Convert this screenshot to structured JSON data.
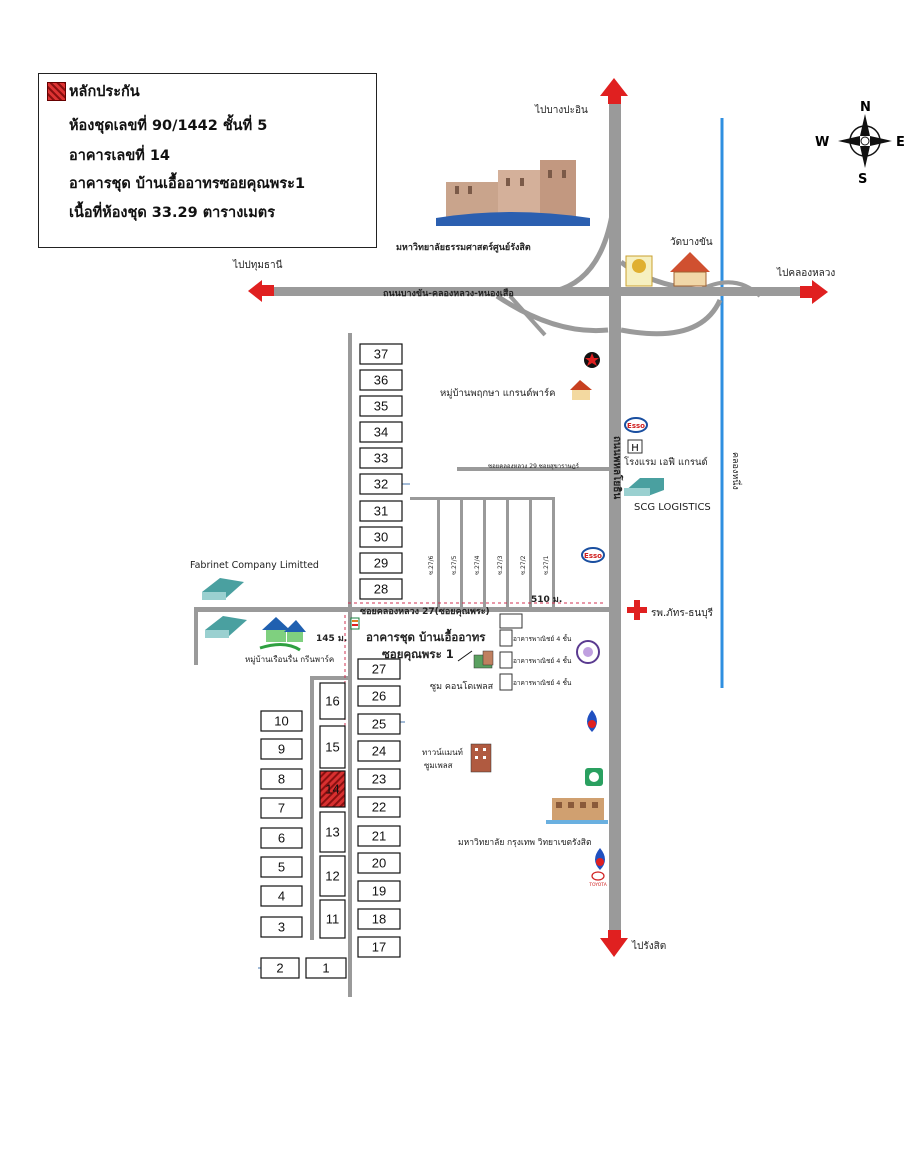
{
  "legend": {
    "title": "หลักประกัน",
    "line1": "ห้องชุดเลขที่ 90/1442 ชั้นที่ 5",
    "line2": "อาคารเลขที่ 14",
    "line3": "อาคารชุด บ้านเอื้ออาทรซอยคุณพระ1",
    "line4": "เนื้อที่ห้องชุด 33.29 ตารางเมตร",
    "swatch_color": "#d33333"
  },
  "compass": {
    "n": "N",
    "s": "S",
    "e": "E",
    "w": "W"
  },
  "directions": {
    "north": "ไปบางปะอิน",
    "south": "ไปรังสิต",
    "west": "ไปปทุมธานี",
    "east": "ไปคลองหลวง"
  },
  "roads": {
    "main_horizontal": "ถนนบางขัน-คลองหลวง-หนองเสือ",
    "highway": "ถนนพหลโยธิน",
    "canal": "คลองหนึ่ง",
    "soi_khlong_luang": "ซอยคลองหลวง 27(ซอยคุณพระ)",
    "soi_upper": "ซอยคลองหลวง 29 ซอยสุขาราษฎร์",
    "distance_main": "510 ม.",
    "distance_soi": "145 ม.",
    "soi_labels": [
      "ซ.27/6",
      "ซ.27/5",
      "ซ.27/4",
      "ซ.27/3",
      "ซ.27/2",
      "ซ.27/1"
    ]
  },
  "places": {
    "university": "มหาวิทยาลัยธรรมศาสตร์ศูนย์รังสิต",
    "temple": "วัดบางขัน",
    "village_grand": "หมู่บ้านพฤกษา แกรนด์พาร์ค",
    "hotel": "โรงแรม เอฟี แกรนด์",
    "scg": "SCG LOGISTICS",
    "fabrinet": "Fabrinet Company Limitted",
    "hospital": "รพ.ภัทร-ธนบุรี",
    "village_green": "หมู่บ้านเรือนรื่น กรีนพาร์ค",
    "project_line1": "อาคารชุด บ้านเอื้ออาทร",
    "project_line2": "ซอยคุณพระ 1",
    "condo": "ซูม คอนโดเพลส",
    "apartment_line1": "ทาวน์แมนท์",
    "apartment_line2": "ซูมเพลส",
    "commercial": [
      "อาคารพาณิชย์ 4 ชั้น",
      "อาคารพาณิชย์ 4 ชั้น",
      "อาคารพาณิชย์ 4 ชั้น"
    ],
    "bangkok_univ": "มหาวิทยาลัย กรุงเทพ วิทยาเขตรังสิต",
    "caltex": "CALTEX",
    "esso": "Esso",
    "toyota": "TOYOTA",
    "hotel_h": "H"
  },
  "buildings": {
    "right_column": [
      "37",
      "36",
      "35",
      "34",
      "33",
      "32",
      "31",
      "30",
      "29",
      "28"
    ],
    "lower_right": [
      "27",
      "26",
      "25",
      "24",
      "23",
      "22",
      "21",
      "20",
      "19",
      "18",
      "17"
    ],
    "middle": [
      "16",
      "15",
      "14",
      "13",
      "12",
      "11"
    ],
    "left_column": [
      "10",
      "9",
      "8",
      "7",
      "6",
      "5",
      "4",
      "3"
    ],
    "bottom": [
      "2",
      "1"
    ],
    "collateral": "14",
    "collateral_color": "#d33333"
  }
}
